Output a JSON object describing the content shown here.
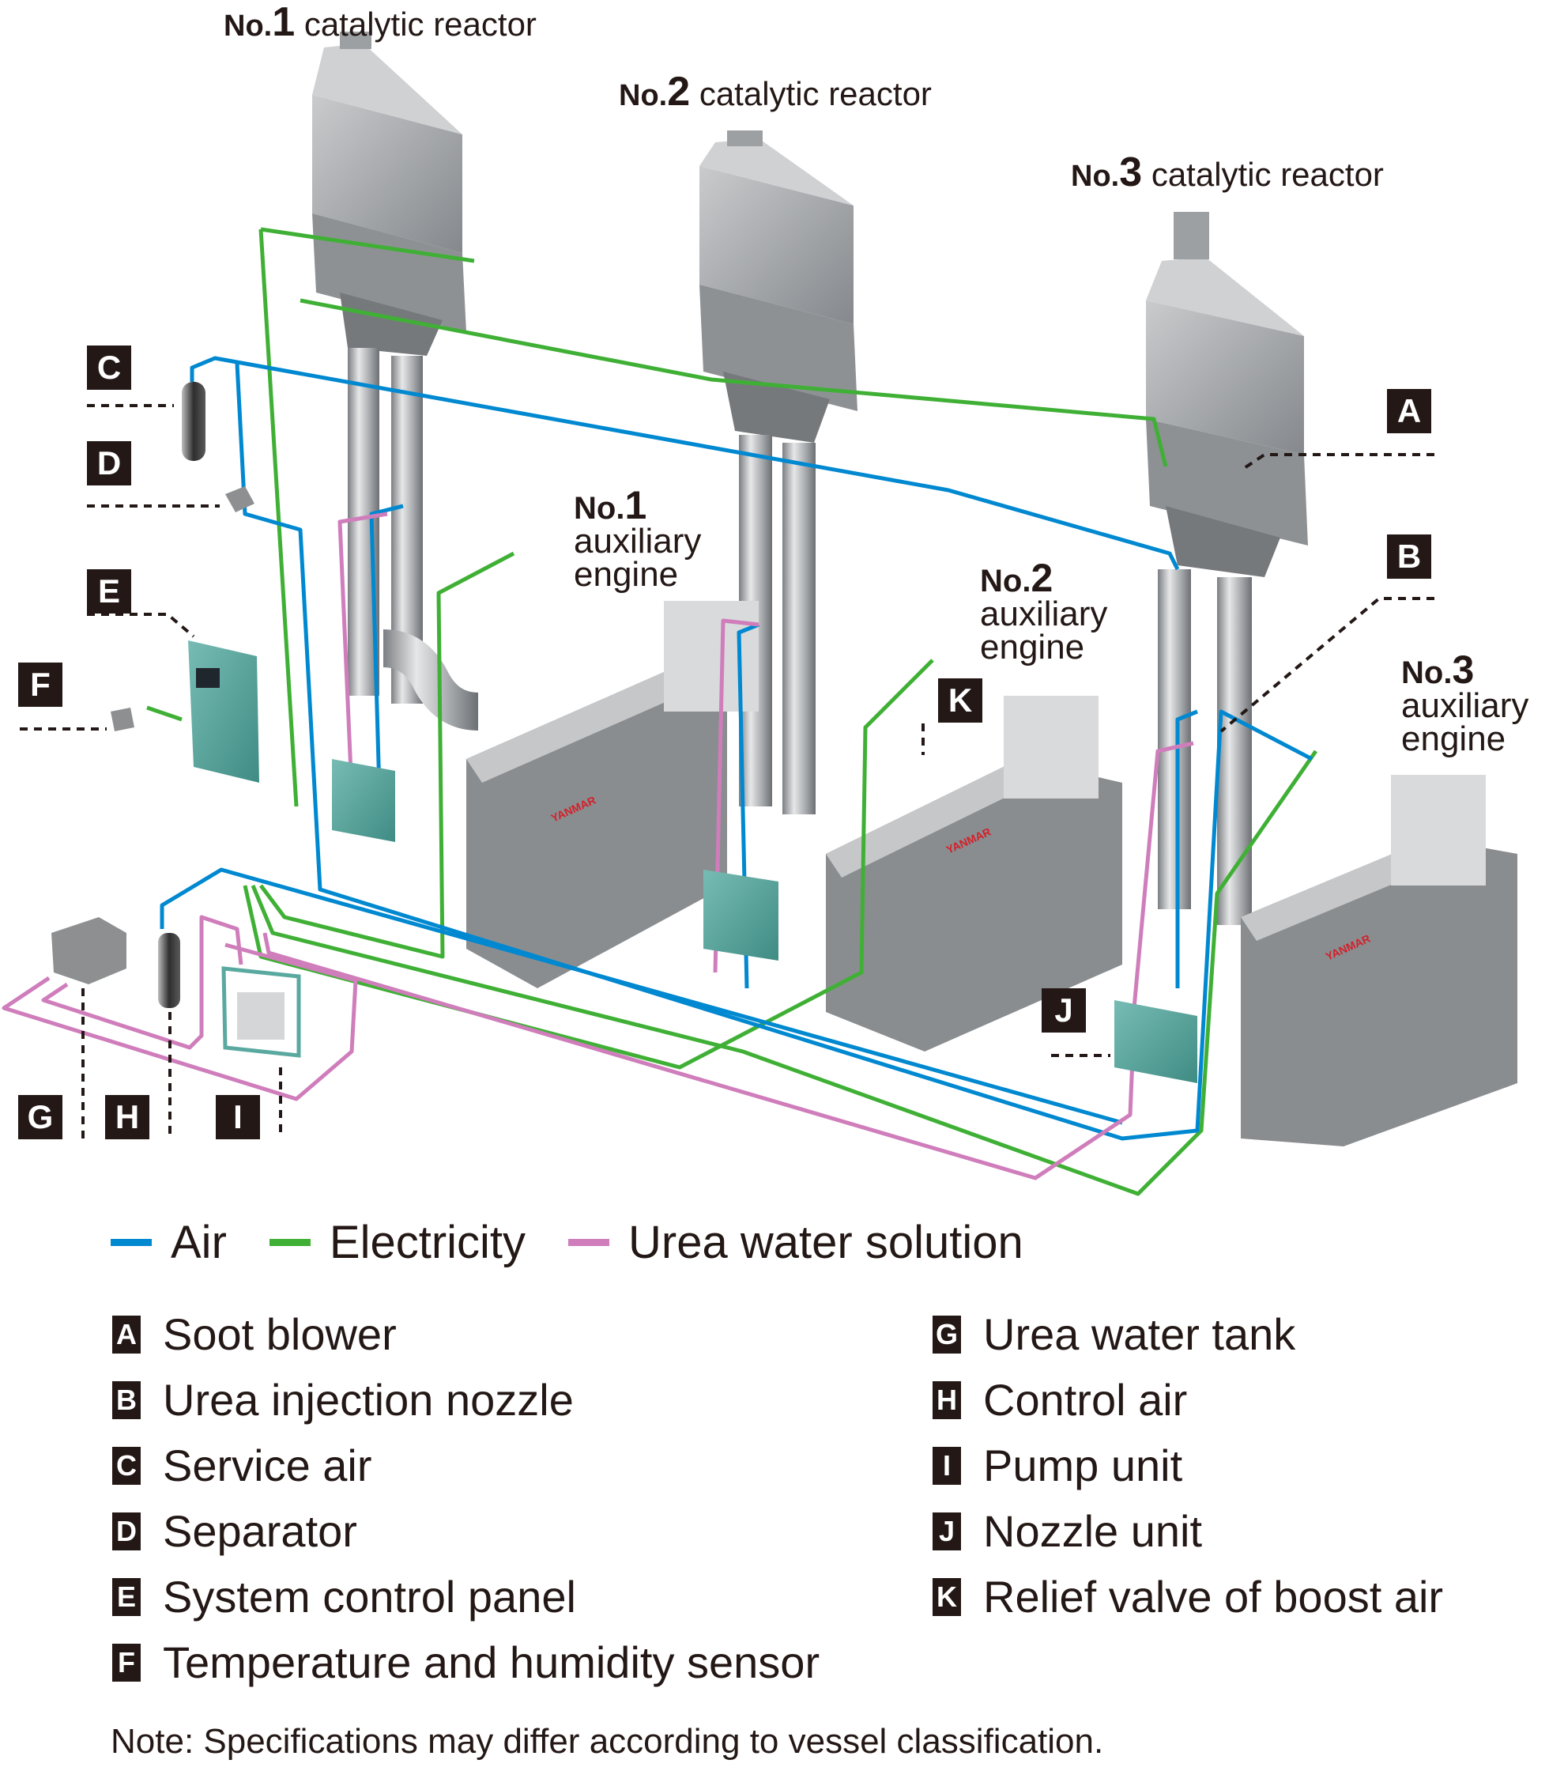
{
  "colors": {
    "air": "#0088d0",
    "electricity": "#3fb035",
    "urea": "#cf7dbb",
    "badge_bg": "#231815",
    "text": "#231815",
    "panel_teal": "#5aa9a0",
    "steel": "#a9acaf",
    "brand_red": "#d4202a"
  },
  "reactors": [
    {
      "prefix": "No.",
      "number": "1",
      "label": "catalytic reactor"
    },
    {
      "prefix": "No.",
      "number": "2",
      "label": "catalytic reactor"
    },
    {
      "prefix": "No.",
      "number": "3",
      "label": "catalytic reactor"
    }
  ],
  "engines": [
    {
      "prefix": "No.",
      "number": "1",
      "line1": "auxiliary",
      "line2": "engine",
      "brand": "YANMAR"
    },
    {
      "prefix": "No.",
      "number": "2",
      "line1": "auxiliary",
      "line2": "engine",
      "brand": "YANMAR"
    },
    {
      "prefix": "No.",
      "number": "3",
      "line1": "auxiliary",
      "line2": "engine",
      "brand": "YANMAR"
    }
  ],
  "callouts": {
    "A": "A",
    "B": "B",
    "C": "C",
    "D": "D",
    "E": "E",
    "F": "F",
    "G": "G",
    "H": "H",
    "I": "I",
    "J": "J",
    "K": "K"
  },
  "legend": [
    {
      "name": "air",
      "label": "Air",
      "color": "#0088d0"
    },
    {
      "name": "electricity",
      "label": "Electricity",
      "color": "#3fb035"
    },
    {
      "name": "urea",
      "label": "Urea water solution",
      "color": "#cf7dbb"
    }
  ],
  "key_left": [
    {
      "letter": "A",
      "label": "Soot blower"
    },
    {
      "letter": "B",
      "label": "Urea injection nozzle"
    },
    {
      "letter": "C",
      "label": "Service air"
    },
    {
      "letter": "D",
      "label": "Separator"
    },
    {
      "letter": "E",
      "label": "System control panel"
    },
    {
      "letter": "F",
      "label": "Temperature and humidity sensor"
    }
  ],
  "key_right": [
    {
      "letter": "G",
      "label": "Urea water tank"
    },
    {
      "letter": "H",
      "label": "Control air"
    },
    {
      "letter": "I",
      "label": "Pump unit"
    },
    {
      "letter": "J",
      "label": "Nozzle unit"
    },
    {
      "letter": "K",
      "label": "Relief valve of boost air"
    }
  ],
  "note": "Note: Specifications may differ according to vessel classification."
}
